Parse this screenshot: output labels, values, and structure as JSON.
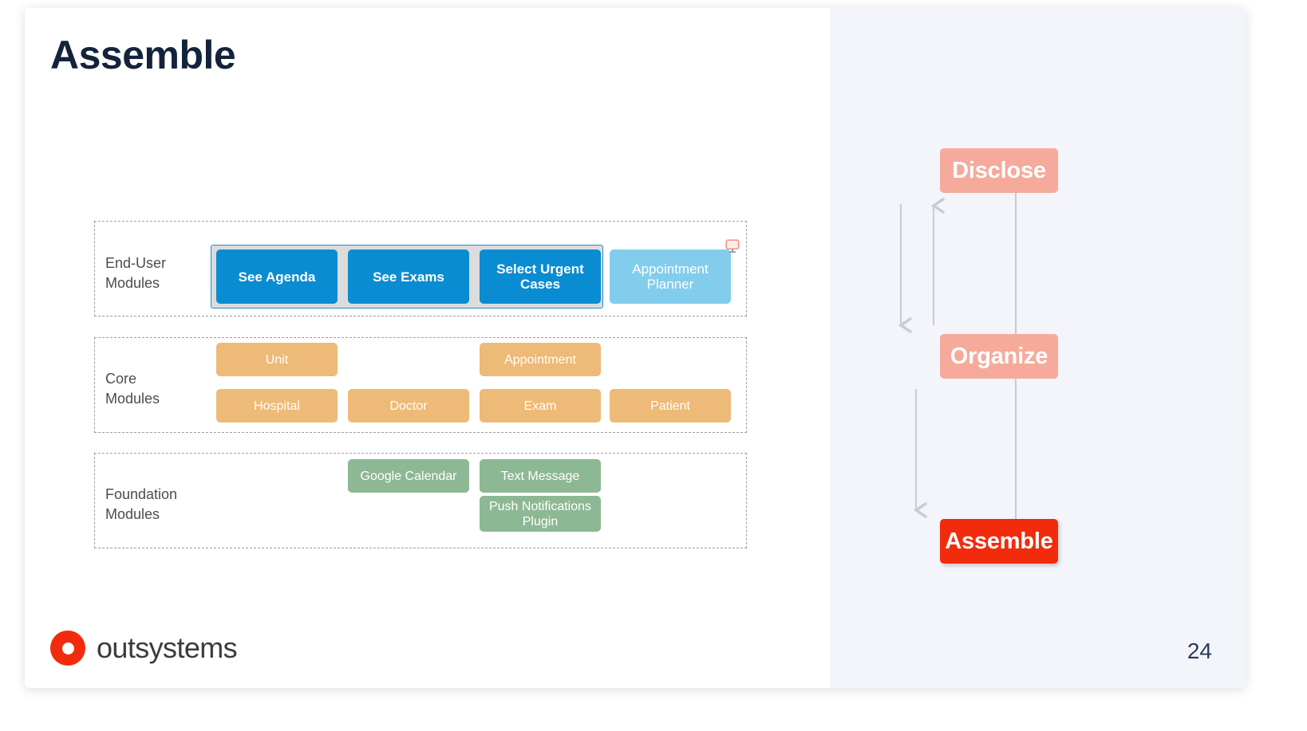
{
  "slide": {
    "title": "Assemble",
    "page_number": "24",
    "title_color": "#13233b",
    "panel_bg": "#f3f5fa"
  },
  "logo": {
    "name": "outsystems",
    "mark_color": "#f22b0c",
    "text_color": "#3b3b3b"
  },
  "architecture": {
    "layers": [
      {
        "id": "end-user",
        "label_line1": "End-User",
        "label_line2": "Modules",
        "color": "#0a8cd2",
        "soft_color": "#82cdec",
        "selection_border": "#1e8fd0",
        "selection_fill": "#dcdcdc",
        "modules": [
          {
            "name": "See Agenda",
            "style": "enduser",
            "selected": true
          },
          {
            "name": "See Exams",
            "style": "enduser",
            "selected": true
          },
          {
            "name": "Select Urgent Cases",
            "style": "enduser",
            "selected": true
          },
          {
            "name": "Appointment Planner",
            "style": "enduser-soft",
            "selected": false,
            "badge": "screen-icon"
          }
        ]
      },
      {
        "id": "core",
        "label_line1": "Core",
        "label_line2": "Modules",
        "color": "#eeba77",
        "modules_row1": [
          {
            "name": "Unit"
          },
          {
            "name": "Appointment"
          }
        ],
        "modules_row2": [
          {
            "name": "Hospital"
          },
          {
            "name": "Doctor"
          },
          {
            "name": "Exam"
          },
          {
            "name": "Patient"
          }
        ]
      },
      {
        "id": "foundation",
        "label_line1": "Foundation",
        "label_line2": "Modules",
        "color": "#8cb894",
        "modules_row1": [
          {
            "name": "Google Calendar"
          },
          {
            "name": "Text Message"
          }
        ],
        "modules_row2": [
          {
            "name": "Push Notifications Plugin"
          }
        ]
      }
    ]
  },
  "flow": {
    "steps": [
      {
        "label": "Disclose",
        "state": "dim",
        "color": "#f6aa9b"
      },
      {
        "label": "Organize",
        "state": "dim",
        "color": "#f6aa9b"
      },
      {
        "label": "Assemble",
        "state": "active",
        "color": "#f22b0c"
      }
    ],
    "arrow_color": "#c9ccd1"
  }
}
